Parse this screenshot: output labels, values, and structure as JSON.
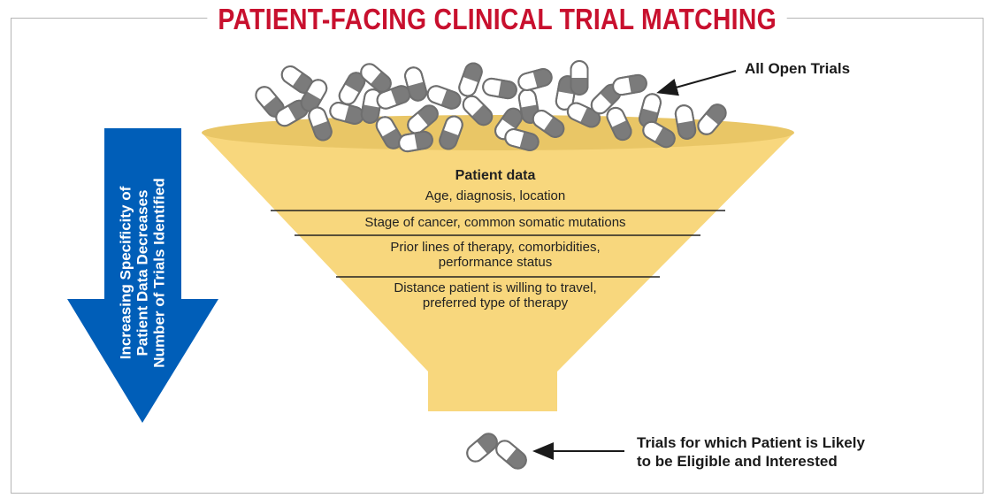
{
  "title": "PATIENT-FACING CLINICAL TRIAL MATCHING",
  "arrow_text": {
    "line1": "Increasing Specificity of",
    "line2": "Patient Data Decreases",
    "line3": "Number of Trials Identified"
  },
  "funnel": {
    "heading": "Patient data",
    "level1": "Age, diagnosis, location",
    "level2": "Stage of cancer, common somatic mutations",
    "level3_line1": "Prior lines of therapy, comorbidities,",
    "level3_line2": "performance status",
    "level4_line1": "Distance patient is willing to travel,",
    "level4_line2": "preferred type of therapy"
  },
  "labels": {
    "all_open_trials": "All Open Trials",
    "eligible_line1": "Trials for which Patient is Likely",
    "eligible_line2": "to be Eligible and Interested"
  },
  "colors": {
    "title": "#c8102e",
    "funnel": "#f8d77d",
    "funnel_rim": "#e8c464",
    "arrow": "#005eb8",
    "pill_gray": "#7b7b7b"
  },
  "icons": [
    "pill-capsule-icon",
    "down-arrow-icon",
    "pointer-arrow-icon"
  ]
}
